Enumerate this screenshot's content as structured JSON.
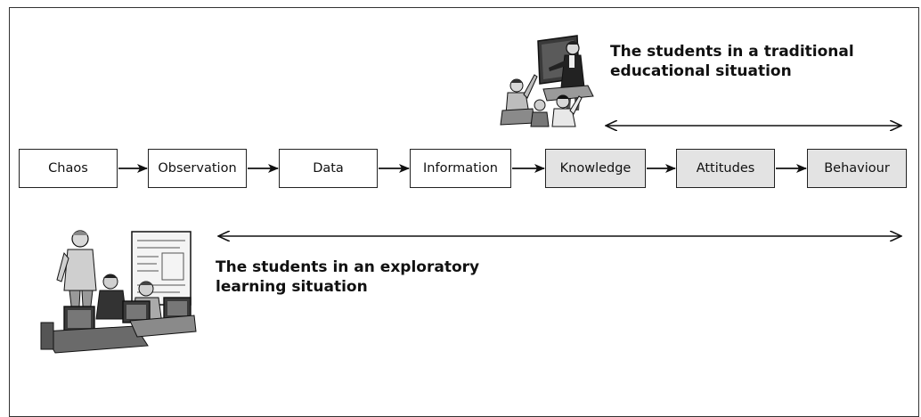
{
  "stages": [
    {
      "label": "Chaos",
      "shaded": false
    },
    {
      "label": "Observation",
      "shaded": false
    },
    {
      "label": "Data",
      "shaded": false
    },
    {
      "label": "Information",
      "shaded": false
    },
    {
      "label": "Knowledge",
      "shaded": true
    },
    {
      "label": "Attitudes",
      "shaded": true
    },
    {
      "label": "Behaviour",
      "shaded": true
    }
  ],
  "captions": {
    "traditional": "The students in a traditional\neducational situation",
    "exploratory": "The students in an exploratory\nlearning situation"
  },
  "colors": {
    "shaded_box": "#e3e3e3",
    "line": "#111111"
  },
  "icons": {
    "traditional": "teacher-classroom-icon",
    "exploratory": "computer-lab-icon"
  }
}
